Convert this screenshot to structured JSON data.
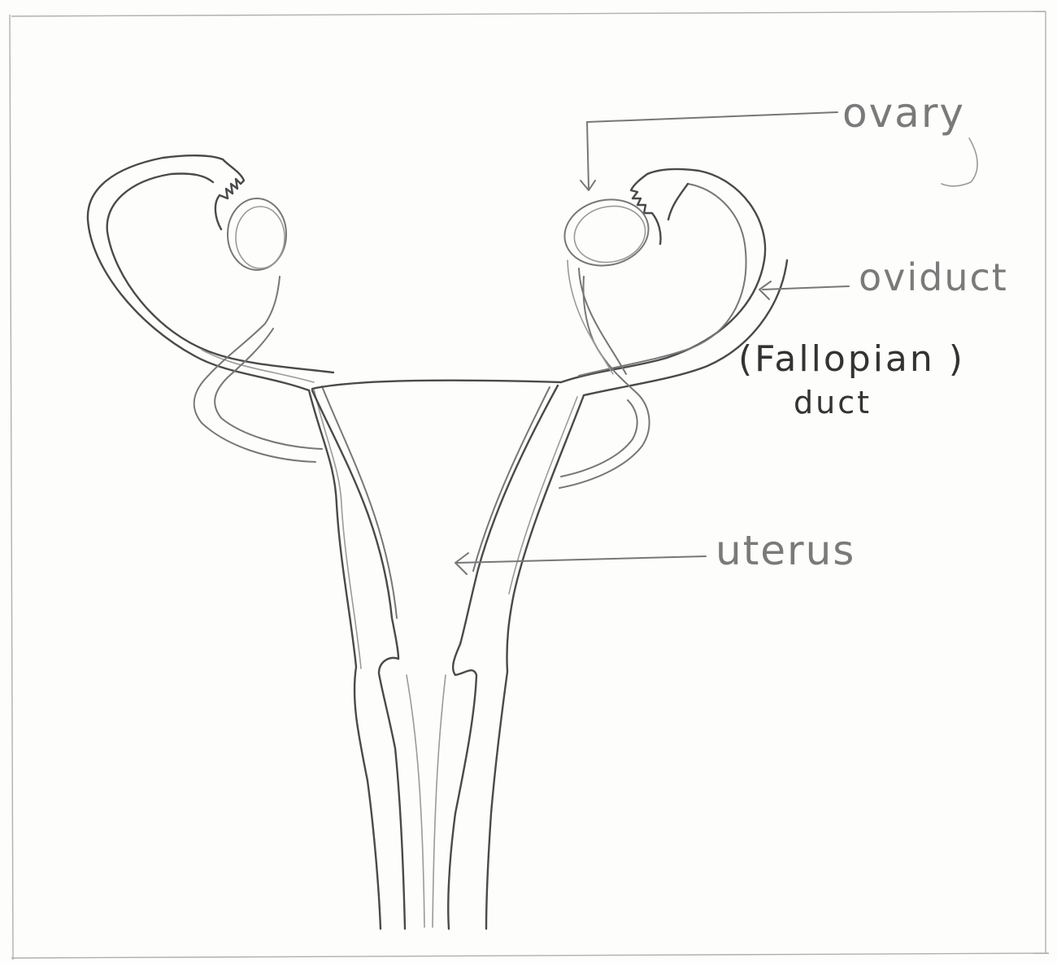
{
  "diagram": {
    "labels": {
      "ovary": "ovary",
      "oviduct": "oviduct",
      "fallopian": "(Fallopian )",
      "duct": "duct",
      "uterus": "uterus"
    },
    "colors": {
      "paper": "#fdfdfc",
      "pencil_dark": "#4a4a4a",
      "pencil_light": "#9a9a9a",
      "label_gray": "#7a7a7a",
      "label_dark": "#333333"
    }
  }
}
